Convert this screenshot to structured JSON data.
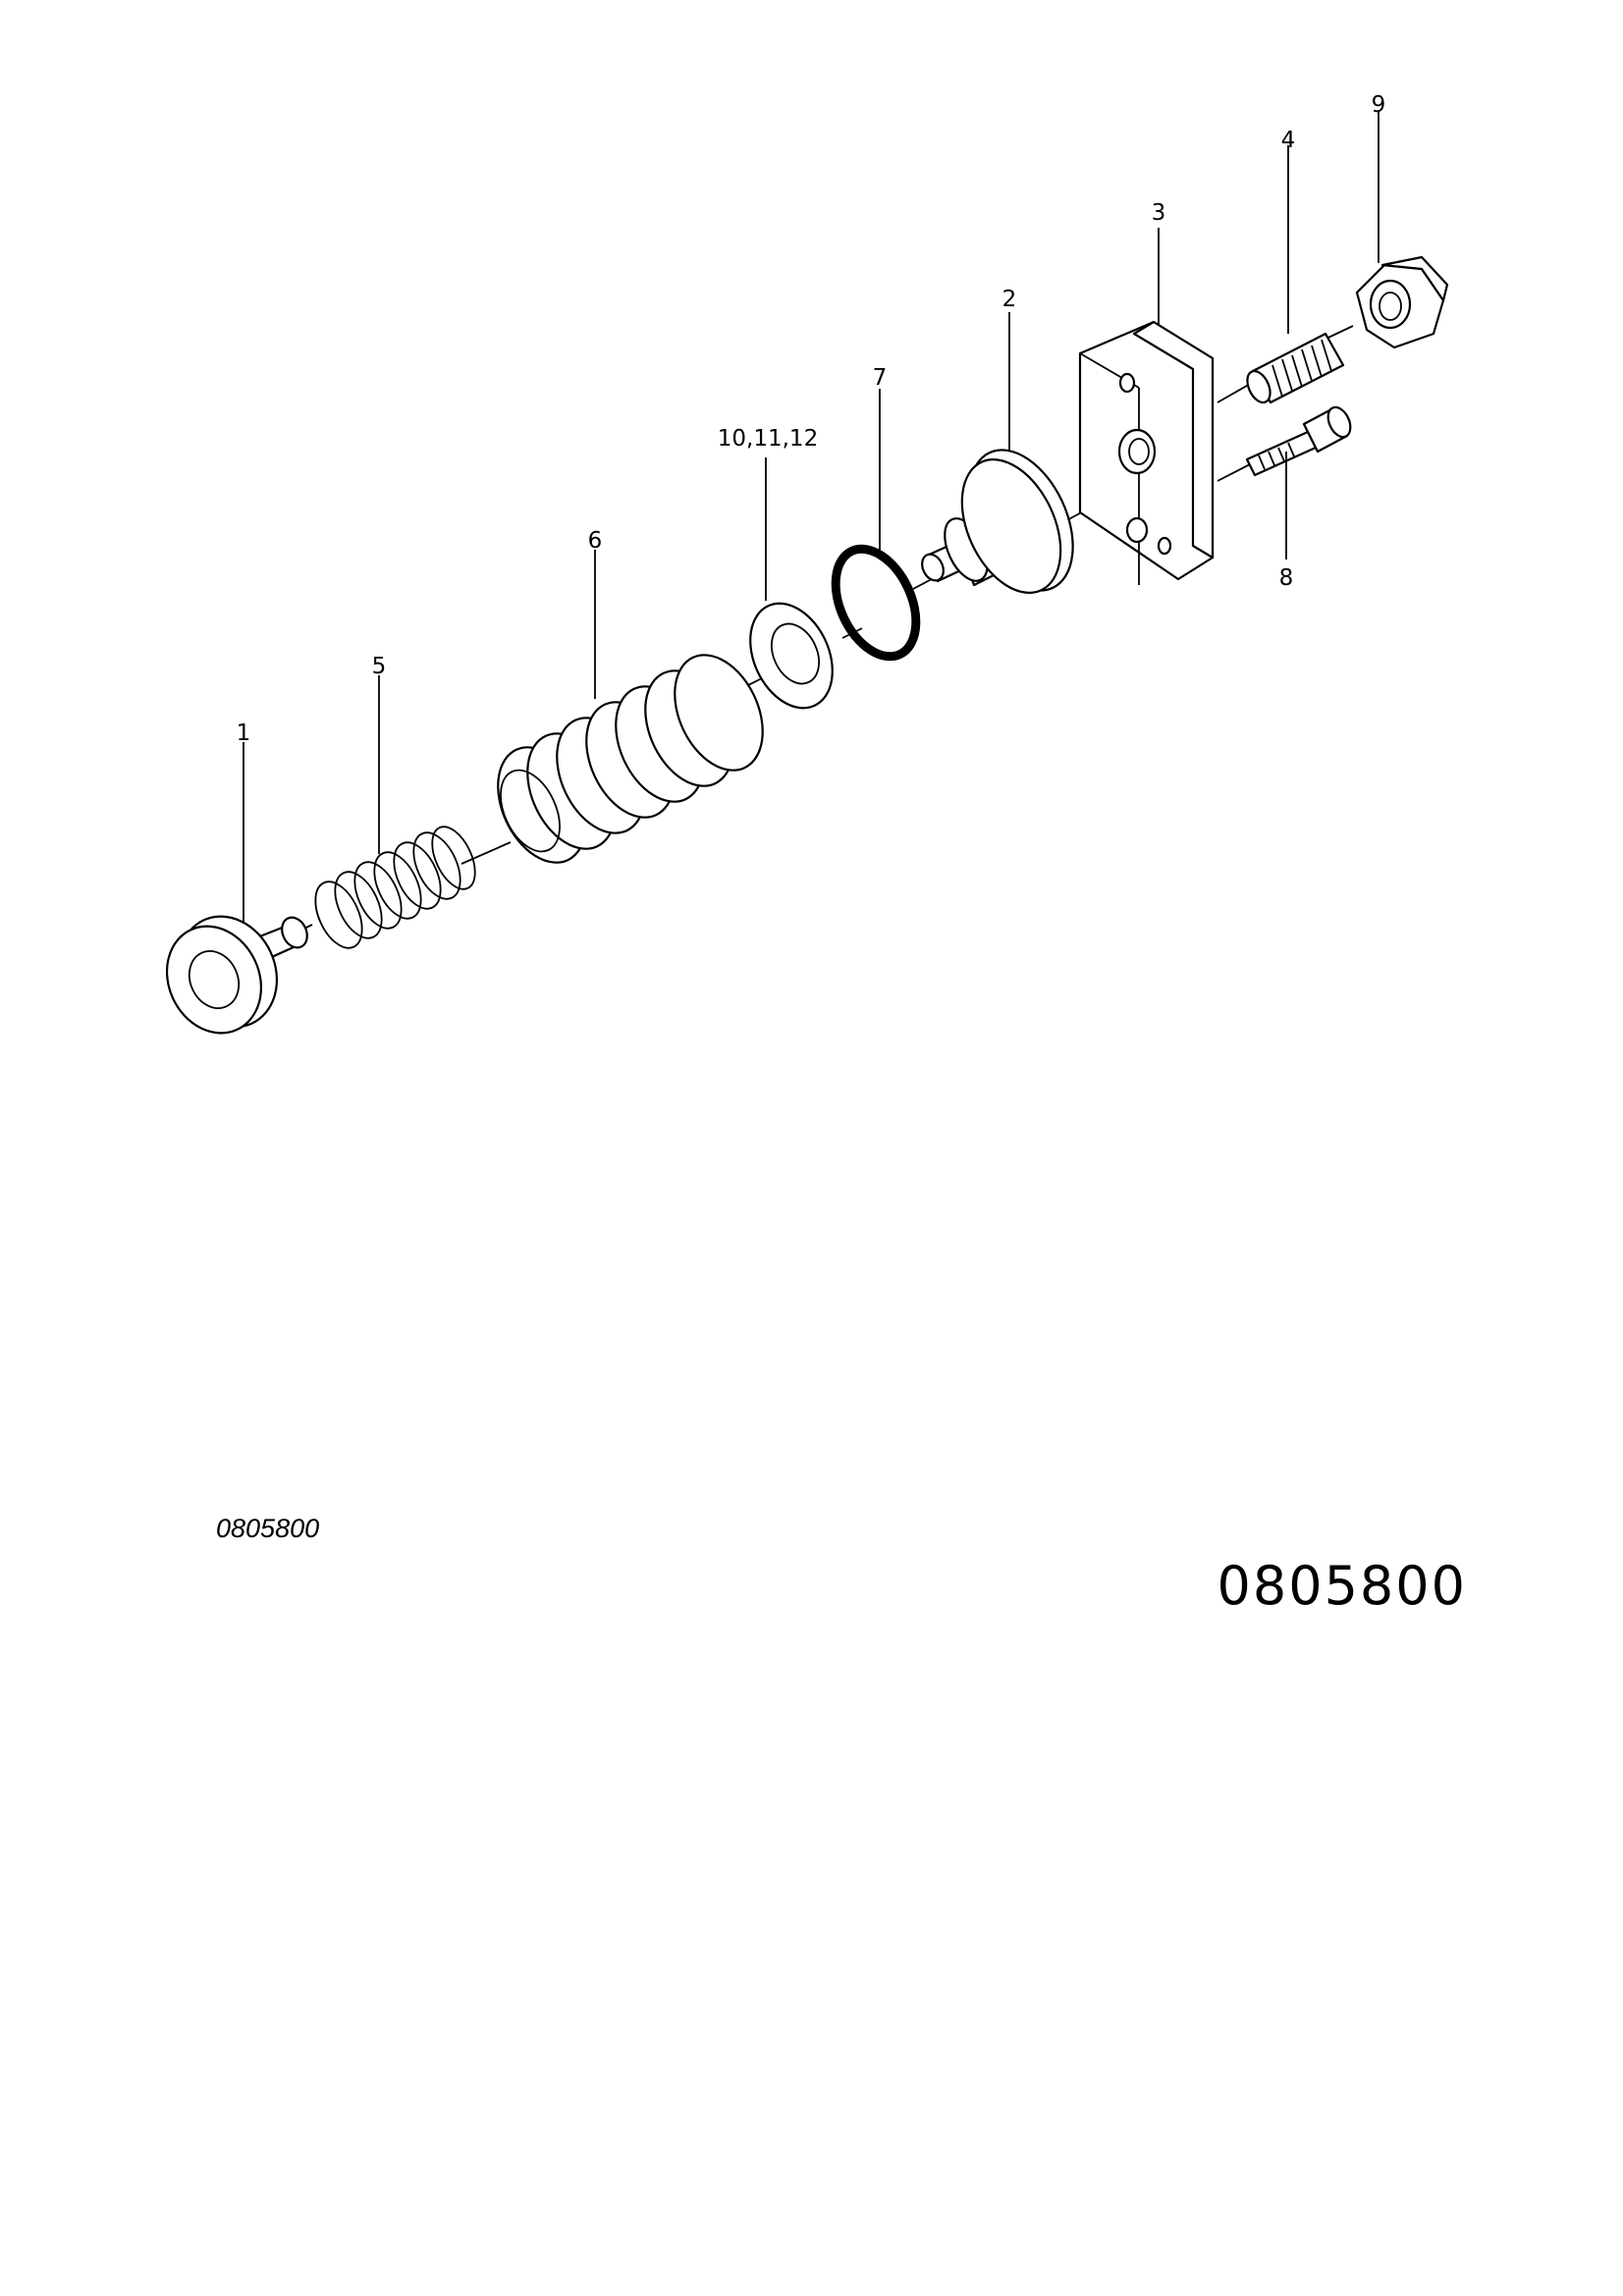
{
  "callouts": {
    "c1": "1",
    "c2": "2",
    "c3": "3",
    "c4": "4",
    "c5": "5",
    "c6": "6",
    "c7": "7",
    "c8": "8",
    "c9": "9",
    "c10": "10,11,12"
  },
  "reference": {
    "small": "0805800",
    "large": "0805800"
  }
}
